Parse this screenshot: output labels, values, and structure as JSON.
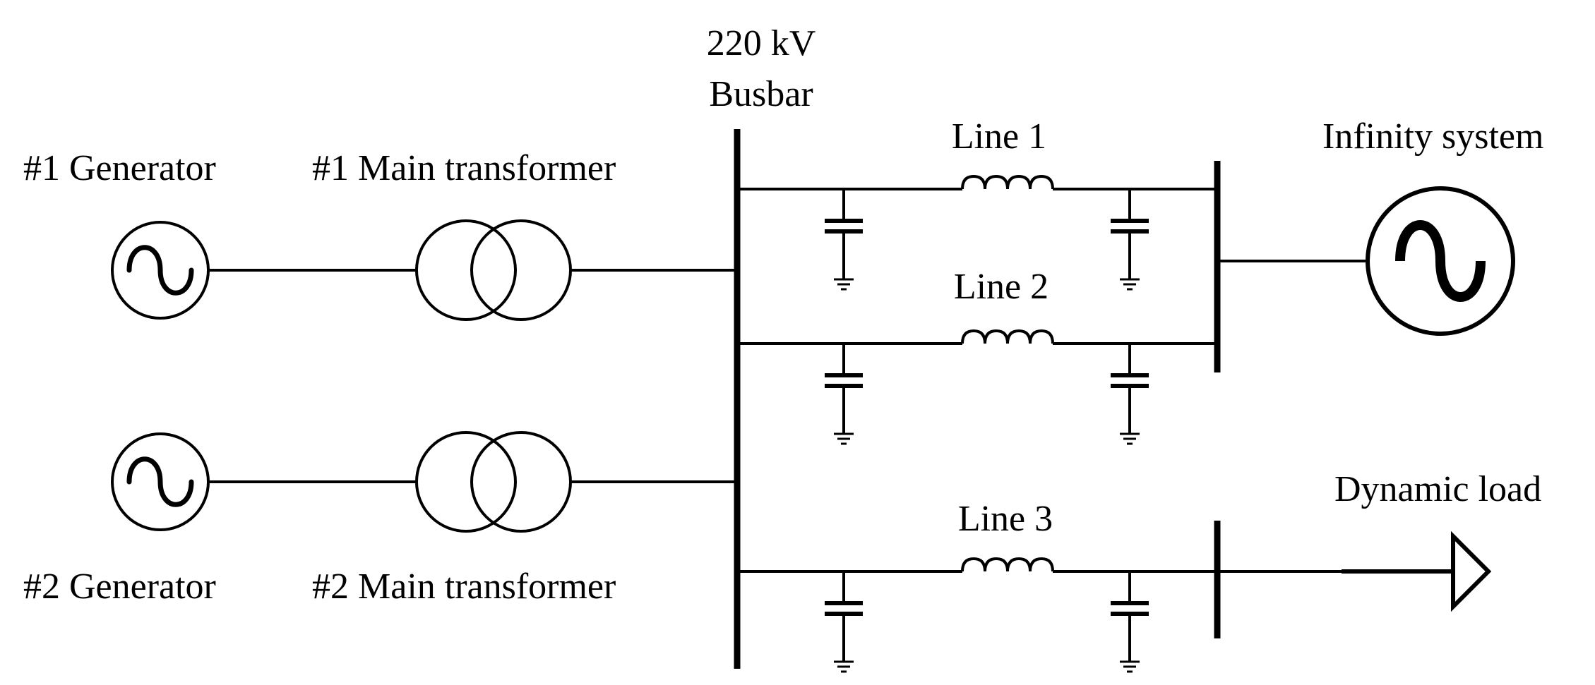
{
  "labels": {
    "busbar_voltage": "220 kV",
    "busbar_name": "Busbar",
    "gen1": "#1 Generator",
    "gen2": "#2 Generator",
    "tr1": "#1 Main transformer",
    "tr2": "#2 Main transformer",
    "line1": "Line 1",
    "line2": "Line 2",
    "line3": "Line 3",
    "infinity": "Infinity system",
    "load": "Dynamic load"
  },
  "icons": {
    "generator": "ac-source-icon",
    "transformer": "two-winding-transformer-icon",
    "line": "inductor-icon",
    "shunt": "capacitor-icon",
    "earth": "ground-icon",
    "load": "arrow-load-icon"
  }
}
